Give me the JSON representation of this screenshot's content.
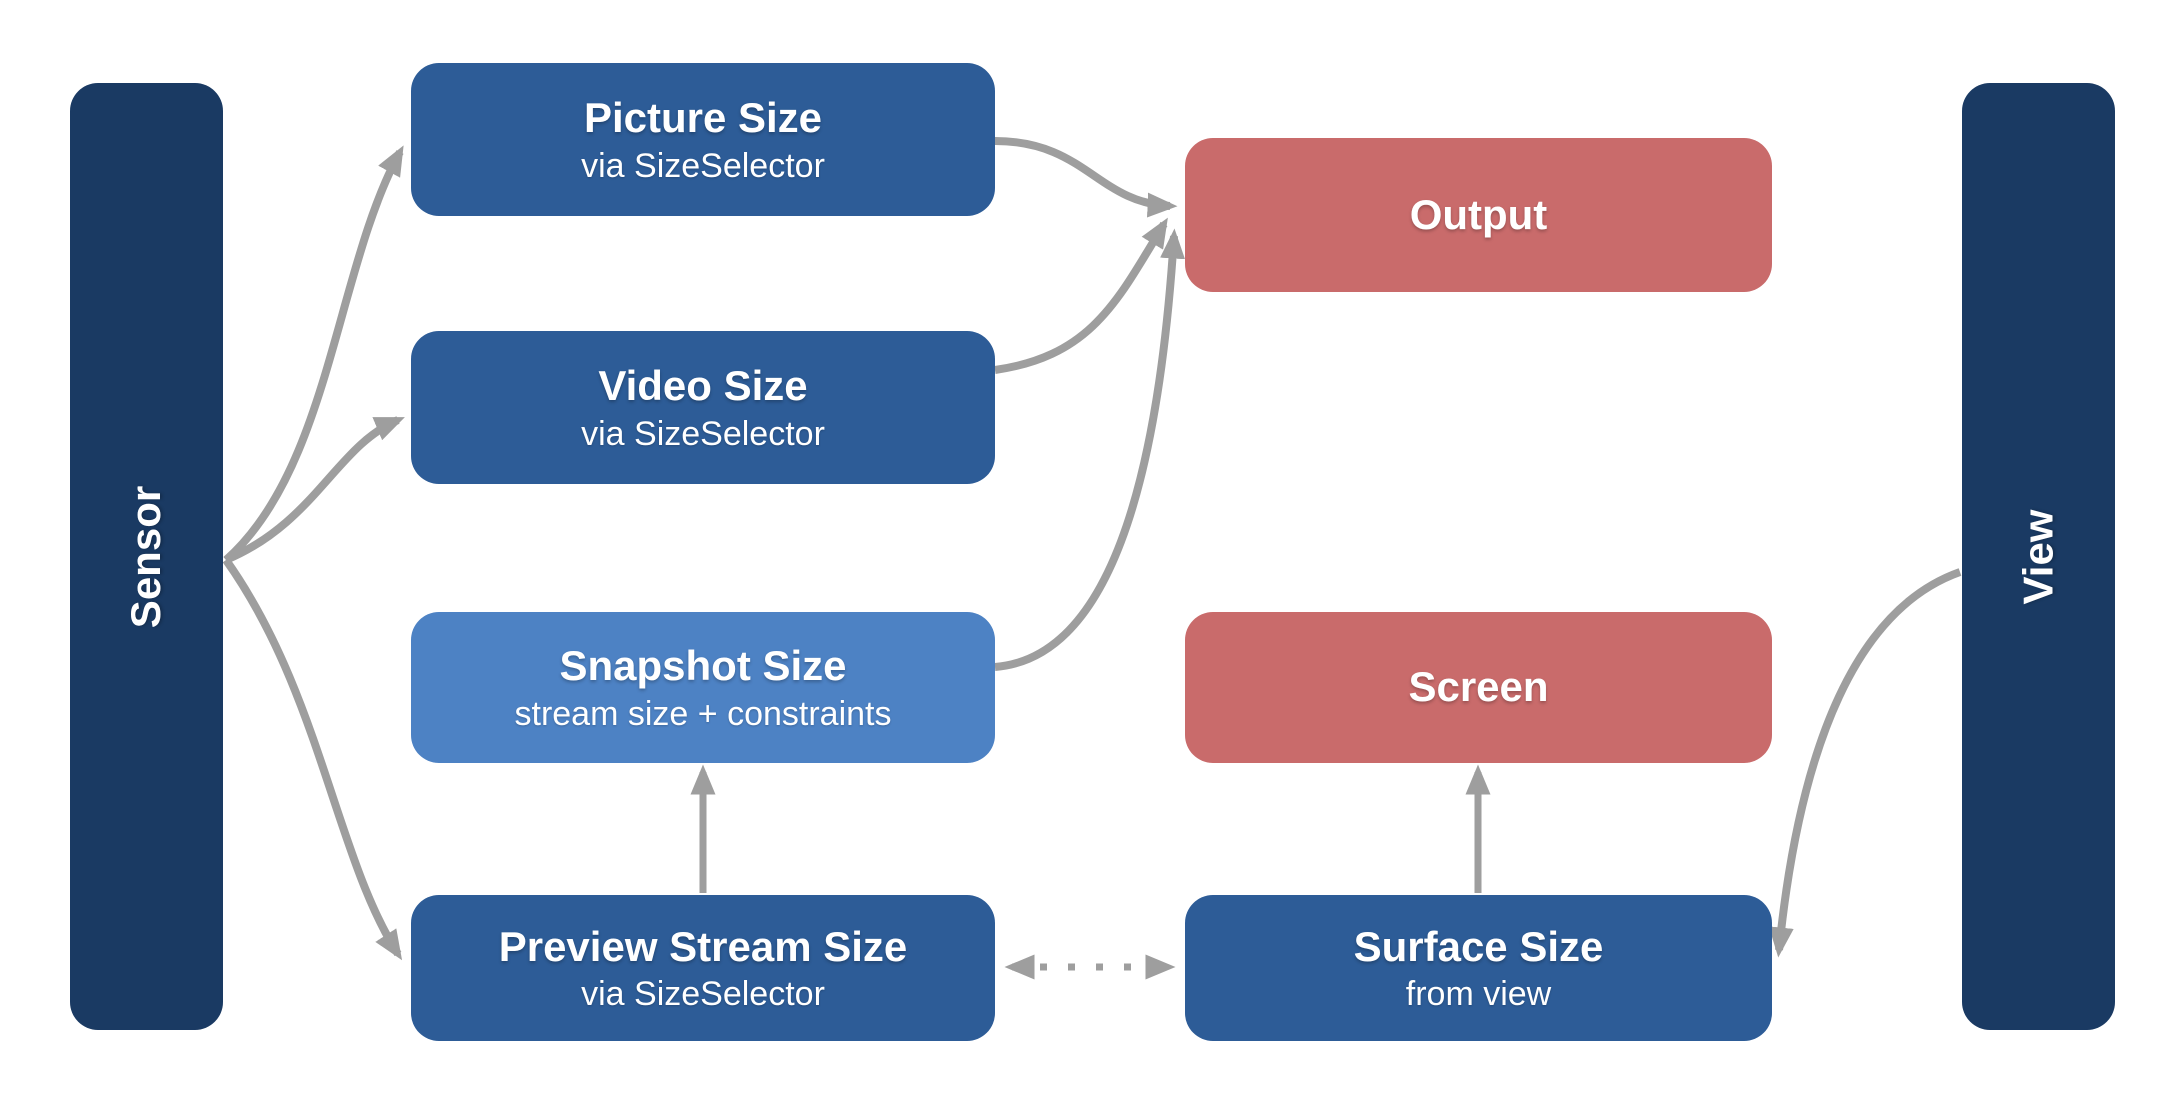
{
  "diagram": {
    "colors": {
      "navy": "#1A3A63",
      "blue": "#2D5C97",
      "light_blue": "#4D82C4",
      "red": "#C96B6B",
      "arrow": "#9E9E9E",
      "text": "#FFFFFF"
    },
    "bars": {
      "sensor": {
        "label": "Sensor"
      },
      "view": {
        "label": "View"
      }
    },
    "nodes": {
      "picture": {
        "title": "Picture Size",
        "subtitle": "via SizeSelector"
      },
      "video": {
        "title": "Video Size",
        "subtitle": "via SizeSelector"
      },
      "snapshot": {
        "title": "Snapshot Size",
        "subtitle": "stream size + constraints"
      },
      "preview": {
        "title": "Preview Stream Size",
        "subtitle": "via SizeSelector"
      },
      "output": {
        "title": "Output"
      },
      "screen": {
        "title": "Screen"
      },
      "surface": {
        "title": "Surface Size",
        "subtitle": "from view"
      }
    },
    "edges": [
      {
        "from": "sensor",
        "to": "picture",
        "style": "solid-curve"
      },
      {
        "from": "sensor",
        "to": "video",
        "style": "solid-curve"
      },
      {
        "from": "sensor",
        "to": "preview",
        "style": "solid-curve"
      },
      {
        "from": "picture",
        "to": "output",
        "style": "solid-curve"
      },
      {
        "from": "video",
        "to": "output",
        "style": "solid-curve"
      },
      {
        "from": "snapshot",
        "to": "output",
        "style": "solid-curve"
      },
      {
        "from": "preview",
        "to": "snapshot",
        "style": "solid-vertical"
      },
      {
        "from": "surface",
        "to": "screen",
        "style": "solid-vertical"
      },
      {
        "from": "preview",
        "to": "surface",
        "style": "dotted-bidirectional"
      },
      {
        "from": "view",
        "to": "surface",
        "style": "solid-curve"
      }
    ]
  }
}
